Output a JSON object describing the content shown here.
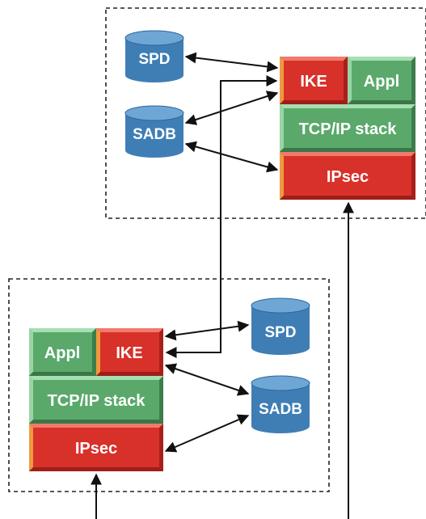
{
  "colors": {
    "red_block": "#d8312a",
    "green_block": "#5aa96b",
    "db_blue": "#3f7eb5",
    "line": "#111111"
  },
  "host_top": {
    "spd": "SPD",
    "sadb": "SADB",
    "ike": "IKE",
    "appl": "Appl",
    "tcpip": "TCP/IP stack",
    "ipsec": "IPsec"
  },
  "host_bottom": {
    "spd": "SPD",
    "sadb": "SADB",
    "ike": "IKE",
    "appl": "Appl",
    "tcpip": "TCP/IP stack",
    "ipsec": "IPsec"
  }
}
